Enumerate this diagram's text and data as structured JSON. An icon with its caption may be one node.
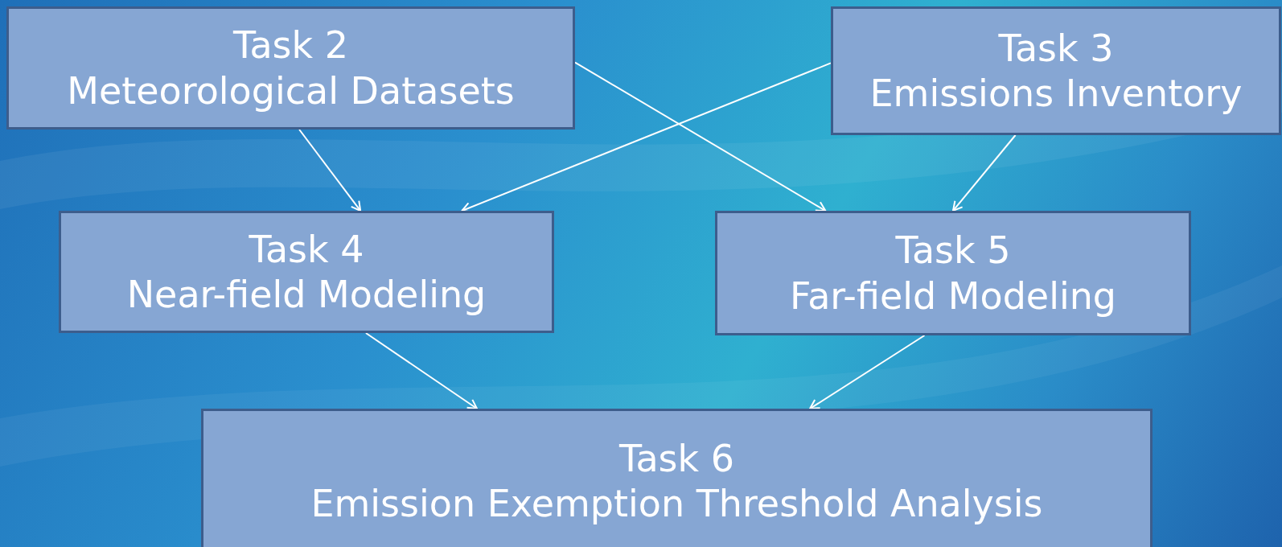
{
  "diagram": {
    "nodes": [
      {
        "text": [
          "Task 2",
          "Meteorological Datasets"
        ]
      },
      {
        "text": [
          "Task 3",
          "Emissions Inventory"
        ]
      },
      {
        "text": [
          "Task 4",
          "Near-field Modeling"
        ]
      },
      {
        "text": [
          "Task 5",
          "Far-field Modeling"
        ]
      },
      {
        "text": [
          "Task 6",
          "Emission Exemption Threshold Analysis"
        ]
      }
    ],
    "edges": [
      {
        "from": 0,
        "to": 2,
        "arrow": "to"
      },
      {
        "from": 1,
        "to": 2,
        "arrow": "to"
      },
      {
        "from": 0,
        "to": 3,
        "arrow": "to"
      },
      {
        "from": 1,
        "to": 3,
        "arrow": "to"
      },
      {
        "from": 2,
        "to": 4,
        "arrow": "to"
      },
      {
        "from": 3,
        "to": 4,
        "arrow": "to"
      }
    ]
  }
}
